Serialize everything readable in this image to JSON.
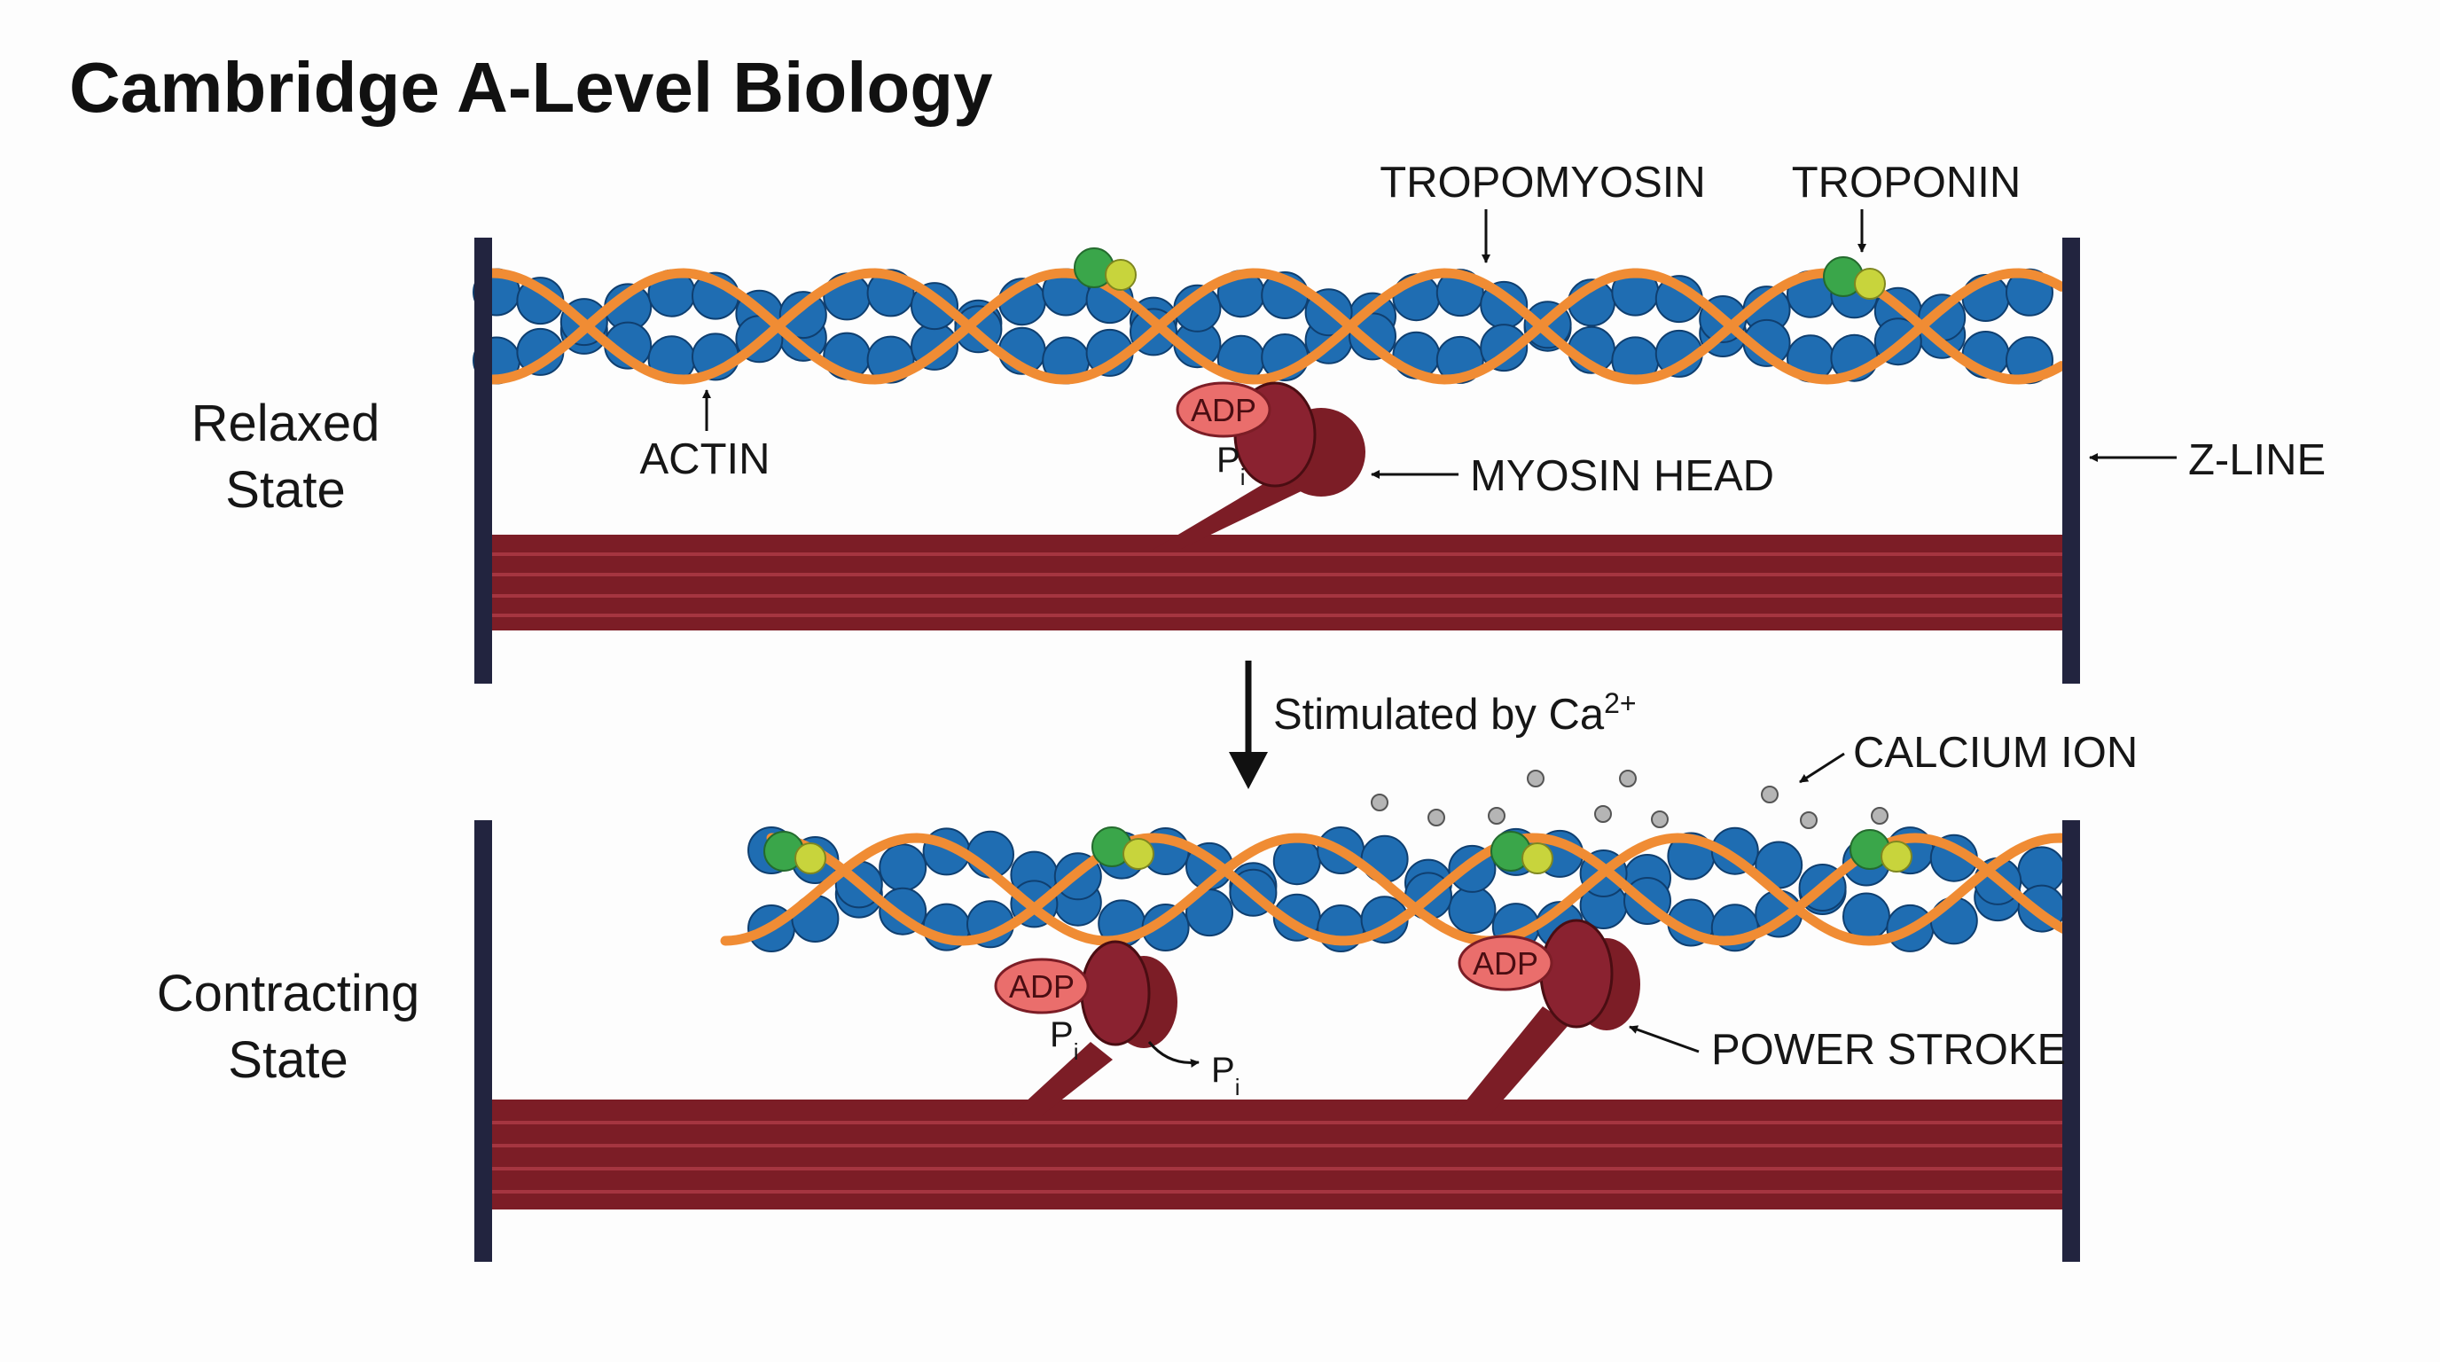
{
  "title": "Cambridge A-Level Biology",
  "states": {
    "relaxed_line1": "Relaxed",
    "relaxed_line2": "State",
    "contracting_line1": "Contracting",
    "contracting_line2": "State"
  },
  "labels": {
    "tropomyosin": "TROPOMYOSIN",
    "troponin": "TROPONIN",
    "actin": "ACTIN",
    "myosin_head": "MYOSIN HEAD",
    "z_line": "Z-LINE",
    "stimulus": "Stimulated by Ca",
    "stimulus_sup": "2+",
    "calcium_ion": "CALCIUM ION",
    "power_stroke": "POWER STROKE",
    "adp": "ADP",
    "pi_base": "P",
    "pi_sub": "i"
  },
  "colors": {
    "actin": "#1f6db2",
    "actin_stroke": "#0f3f70",
    "tropomyosin": "#f08c34",
    "troponin_green": "#3aa64a",
    "troponin_yellow": "#c8d43c",
    "myosin": "#7c1d26",
    "myosin_light": "#a53540",
    "adp": "#ea6e6c",
    "z_line": "#22243f",
    "calcium": "#b5b5b5"
  }
}
